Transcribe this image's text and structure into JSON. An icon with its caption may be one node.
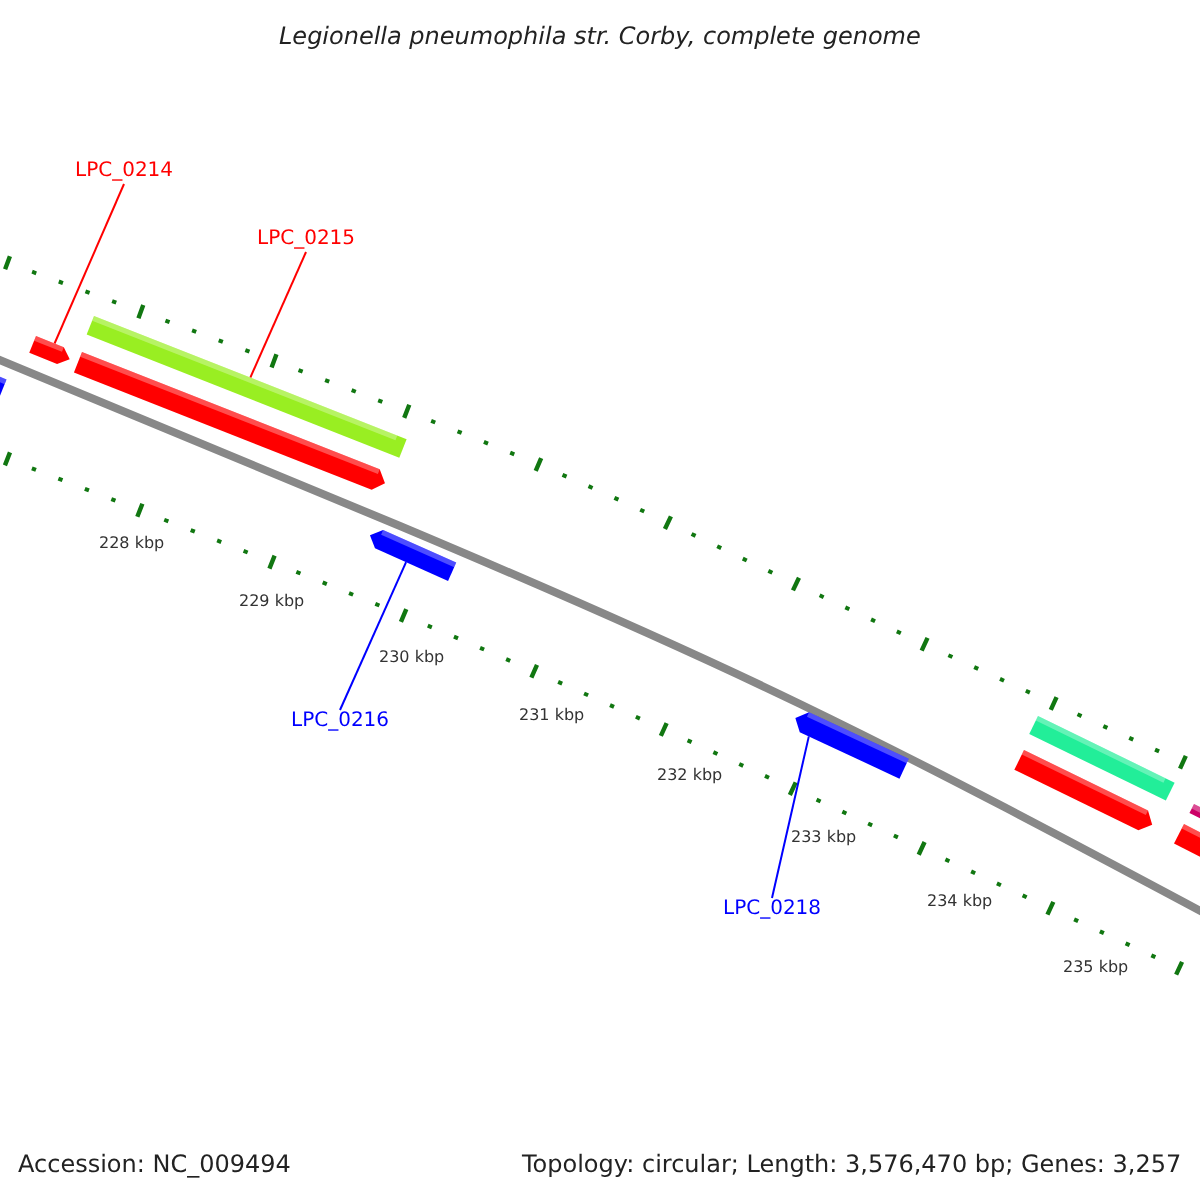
{
  "diagram": {
    "title": "Legionella pneumophila str. Corby, complete genome",
    "nodes": [
      {
        "text": [
          "LPC_0214"
        ]
      },
      {
        "text": [
          "LPC_0215"
        ]
      },
      {
        "text": [],
        "shape": "bar"
      },
      {
        "text": [],
        "shape": "bar"
      },
      {
        "text": [],
        "shape": "bar"
      },
      {
        "text": [
          "LPC_0216"
        ]
      },
      {
        "text": [],
        "shape": "bar"
      },
      {
        "text": [
          "LPC_0218"
        ]
      }
    ],
    "edges": [
      {
        "from": 0,
        "to": 2,
        "arrow": "none",
        "color": "#ff0000"
      },
      {
        "from": 1,
        "to": 3,
        "arrow": "none",
        "color": "#ff0000"
      },
      {
        "from": 5,
        "to": 4,
        "arrow": "none",
        "color": "#0000ff"
      },
      {
        "from": 7,
        "to": 6,
        "arrow": "none",
        "color": "#0000ff"
      }
    ],
    "labels": [
      "228 kbp",
      "229 kbp",
      "230 kbp",
      "231 kbp",
      "232 kbp",
      "233 kbp",
      "234 kbp",
      "235 kbp",
      "Accession: NC_009494",
      "Topology: circular; Length: 3,576,470 bp; Genes: 3,257"
    ]
  }
}
